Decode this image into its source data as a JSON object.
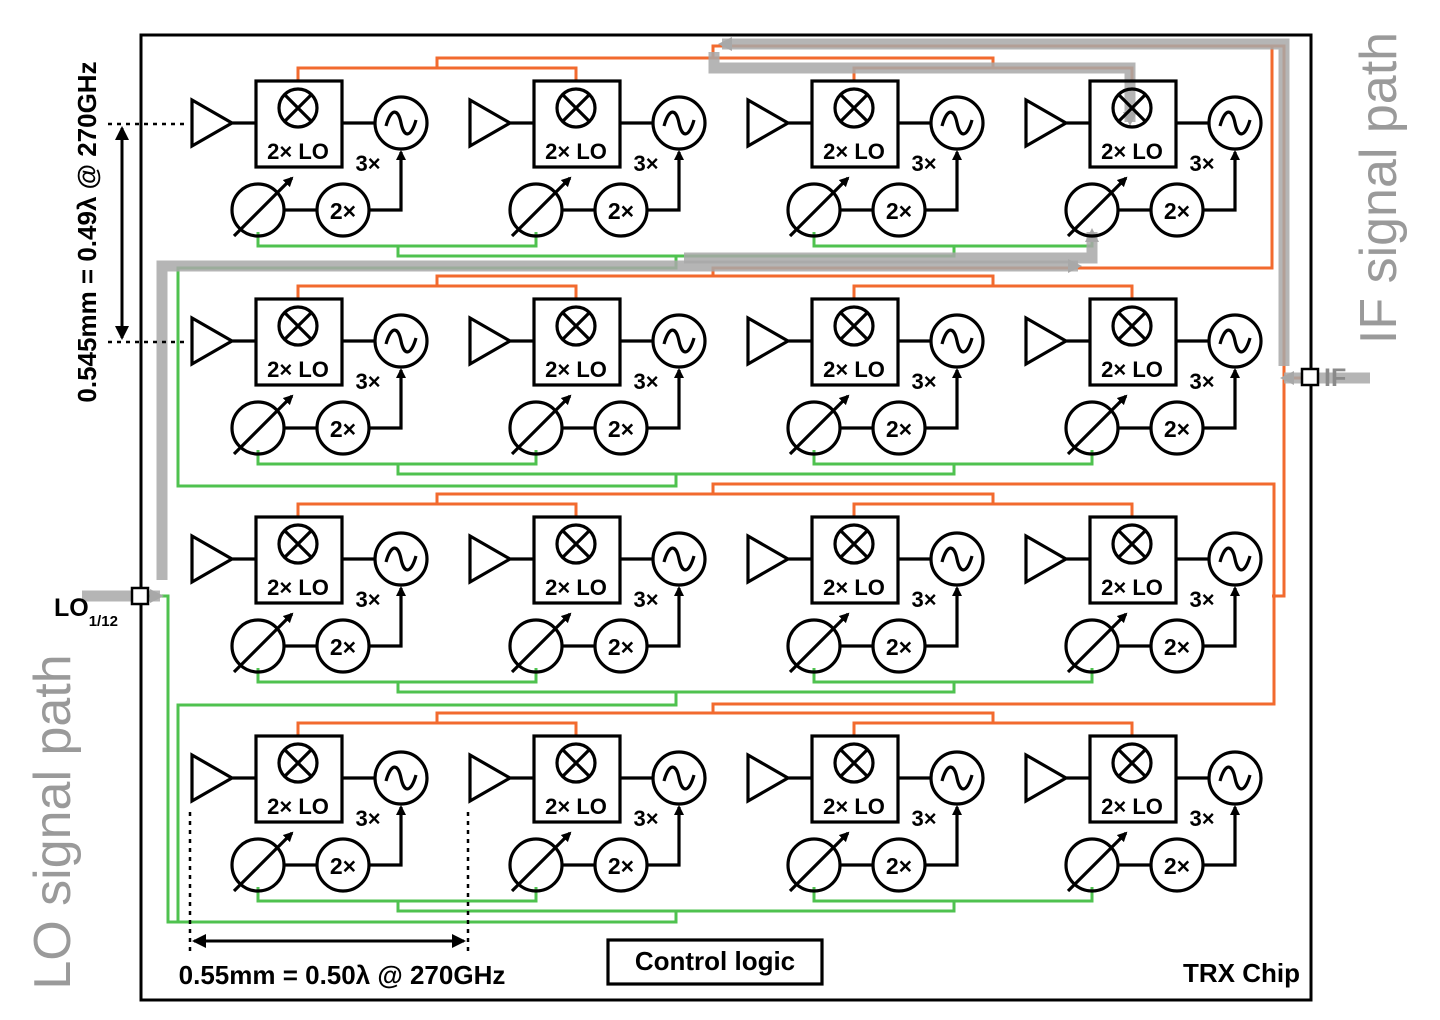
{
  "chip": {
    "name": "TRX Chip",
    "control_logic": "Control logic",
    "rows": 4,
    "cols": 4
  },
  "cell": {
    "mixer_label": "2× LO",
    "multiplier_x3": "3×",
    "doubler_label": "2×"
  },
  "dimensions": {
    "vertical": "0.545mm = 0.49λ @ 270GHz",
    "horizontal": "0.55mm = 0.50λ @ 270GHz"
  },
  "ports": {
    "lo_main": "LO",
    "lo_sub": "1/12",
    "if": "IF"
  },
  "side_labels": {
    "lo_path": "LO signal path",
    "if_path": "IF signal path"
  },
  "colors": {
    "if_trace": "#f26a2e",
    "lo_trace": "#4fc24f",
    "signal_arrow": "#a8a8a8",
    "side_text": "#9a9a9a"
  },
  "icons": [
    "antenna-icon",
    "mixer-icon",
    "oscillator-icon",
    "phase-shifter-icon",
    "doubler-icon"
  ]
}
